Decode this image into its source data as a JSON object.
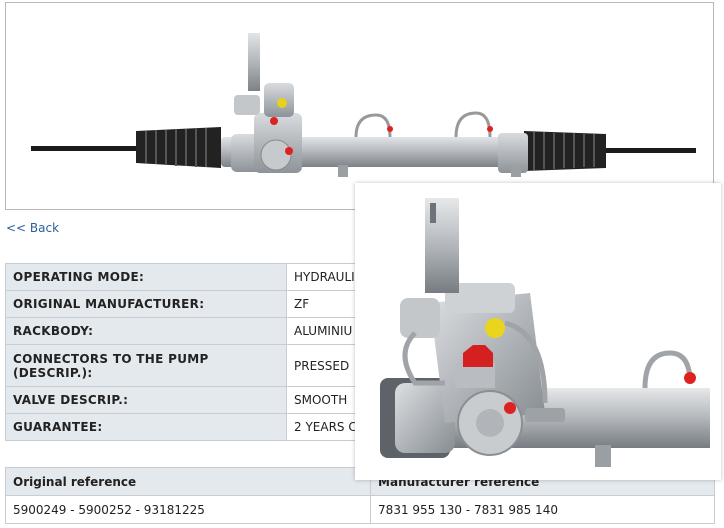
{
  "back_link": "<< Back",
  "specs": [
    {
      "label": "OPERATING MODE:",
      "value": "HYDRAULI"
    },
    {
      "label": "ORIGINAL MANUFACTURER:",
      "value": "ZF"
    },
    {
      "label": "RACKBODY:",
      "value": "ALUMINIU"
    },
    {
      "label": "CONNECTORS TO THE PUMP (DESCRIP.):",
      "value": "PRESSED"
    },
    {
      "label": "VALVE DESCRIP.:",
      "value": "SMOOTH"
    },
    {
      "label": "GUARANTEE:",
      "value": "2 YEARS C"
    }
  ],
  "refs": {
    "headers": [
      "Original reference",
      "Manufacturer reference"
    ],
    "row": [
      "5900249 - 5900252 - 93181225",
      "7831 955 130 - 7831 985 140"
    ]
  }
}
